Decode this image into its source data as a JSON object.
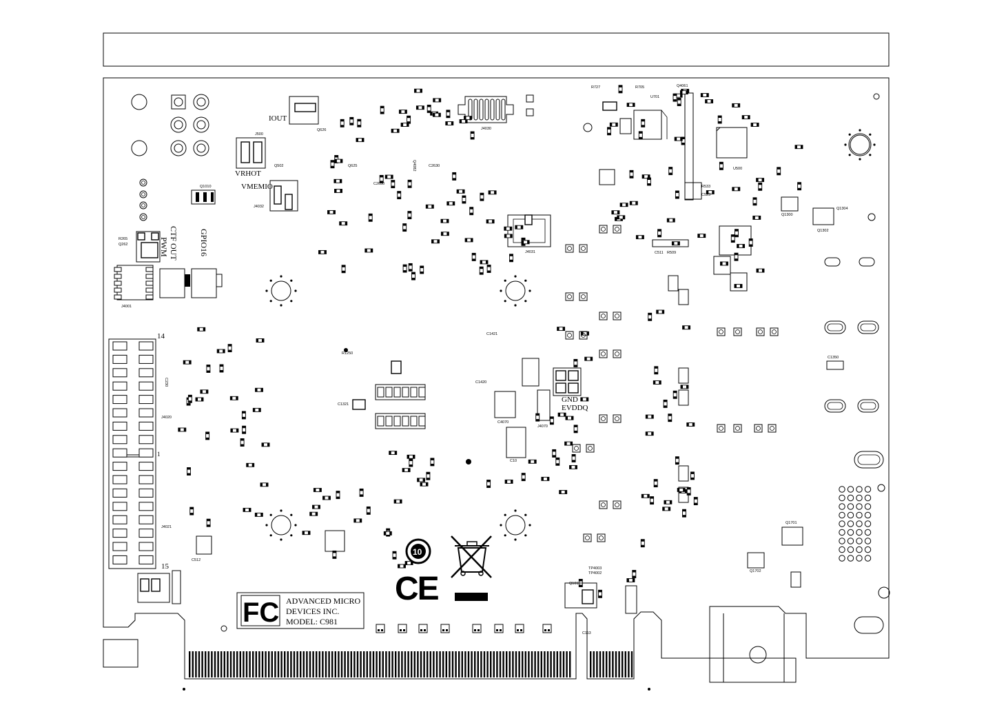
{
  "labels": {
    "iout": "IOUT",
    "vrhot": "VRHOT",
    "vmemio": "VMEMIO",
    "ctf_out": "CTF OUT",
    "pwm": "PWM",
    "gpio16": "GPIO16",
    "gnd": "GND",
    "evddq": "EVDDQ",
    "pin14": "14",
    "pin15": "15",
    "pin1": "1"
  },
  "refdes": {
    "j4001": "J4001",
    "j4020": "J4020",
    "j4021": "J4021",
    "j4030": "J4030",
    "j4031": "J4031",
    "j4032": "J4032",
    "j4070": "J4070",
    "j500": "J500",
    "q1010": "Q1010",
    "q1300": "Q1300",
    "q1302": "Q1302",
    "q1304": "Q1304",
    "q1701": "Q1701",
    "q1702": "Q1702",
    "q101": "Q101",
    "q502": "Q502",
    "q626": "Q626",
    "q625": "Q625",
    "q4061": "Q4061",
    "q4082": "Q4082",
    "r265": "R265",
    "q262": "Q262",
    "r727": "R727",
    "r705": "R705",
    "u701": "U701",
    "u500": "U500",
    "r533": "R533",
    "c523": "C523",
    "c511": "C511",
    "r509": "R509",
    "c113": "C113",
    "c10": "C10",
    "c1421": "C1421",
    "c1420": "C1420",
    "c1321": "C1321",
    "c1350": "C1350",
    "c2650": "C2650",
    "c2630": "C2630",
    "c512": "C512",
    "tp4003": "TP4003",
    "tp4002": "TP4002",
    "c4070": "C4070",
    "c230": "C230",
    "r1250": "R1250"
  },
  "fcc_label": {
    "line1": "ADVANCED MICRO",
    "line2": "DEVICES INC.",
    "line3": "MODEL: C981"
  },
  "logos": {
    "fcc": "FC",
    "ce": "CE",
    "rohs_years": "10"
  },
  "icons": [
    "fcc-logo-icon",
    "ce-mark-icon",
    "weee-bin-icon",
    "recycle-10-icon"
  ]
}
